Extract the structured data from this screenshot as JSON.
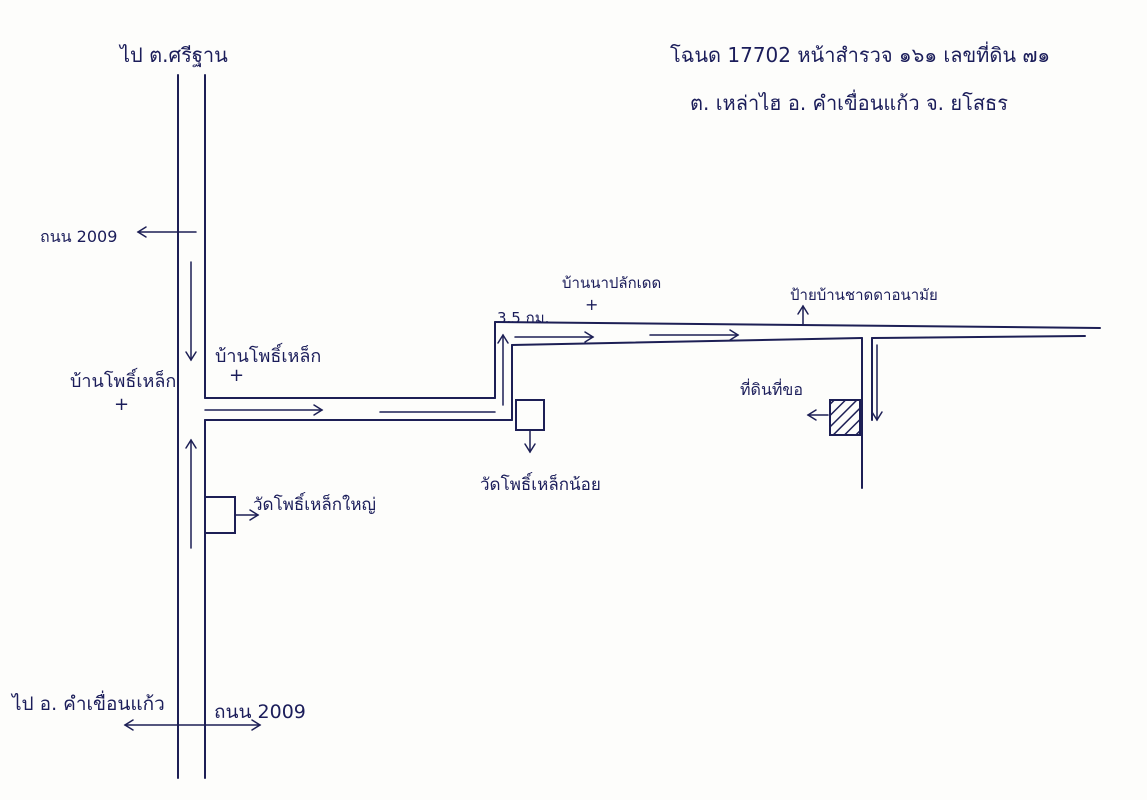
{
  "header": {
    "line1": "โฉนด 17702  หน้าสำรวจ ๑๖๑  เลขที่ดิน ๗๑",
    "line2": "ต. เหล่าไฮ  อ. คำเขื่อนแก้ว  จ. ยโสธร"
  },
  "labels": {
    "to_srithan": "ไป ต.ศรีฐาน",
    "road_2009_top": "ถนน 2009",
    "ban_pho_lek_right": "บ้านโพธิ์เหล็ก",
    "ban_pho_lek_left": "บ้านโพธิ์เหล็ก",
    "wat_pho_lek_yai": "วัดโพธิ์เหล็กใหญ่",
    "wat_pho_lek_noi": "วัดโพธิ์เหล็กน้อย",
    "distance_marker": "3.5 กม.",
    "ban_pa_plak_ded": "บ้านนาปลักเดด",
    "sign_ban_chat": "ป้ายบ้านชาดดาอนามัย",
    "land_plot": "ที่ดินที่ขอ",
    "to_kham_khuean_kaeo": "ไป อ. คำเขื่อนแก้ว",
    "road_2009_bottom": "ถนน 2009"
  },
  "colors": {
    "ink": "#1b1d5a",
    "paper": "#fdfdfb"
  }
}
